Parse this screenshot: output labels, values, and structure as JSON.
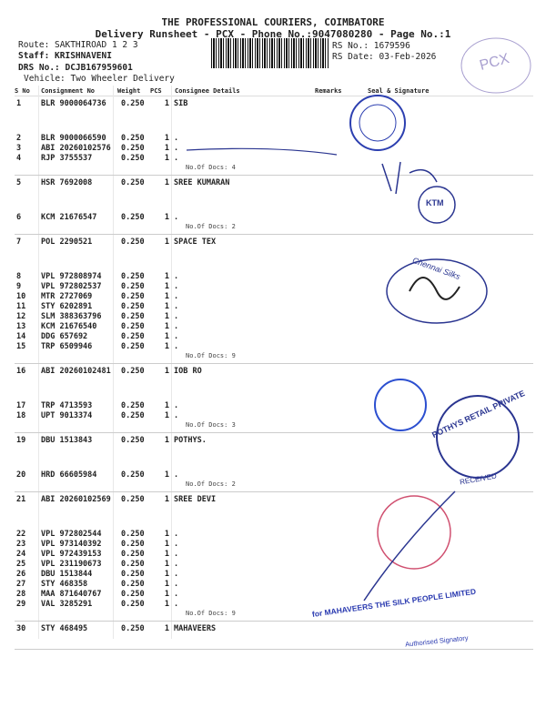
{
  "header": {
    "title": "THE PROFESSIONAL COURIERS, COIMBATORE",
    "subtitle": "Delivery Runsheet - PCX - Phone No.:9047080280 - Page No.:1",
    "route": "Route: SAKTHIROAD 1 2 3",
    "staff": "Staff: KRISHNAVENI",
    "drs_no": "DRS No.: DCJB167959601",
    "vehicle": "Vehicle: Two Wheeler Delivery",
    "rs_no": "RS No.: 1679596",
    "rs_date": "RS Date: 03-Feb-2026"
  },
  "columns": {
    "sno": "S No",
    "consignment": "Consignment No",
    "weight": "Weight",
    "pcs": "PCS",
    "consignee": "Consignee Details",
    "remarks": "Remarks",
    "seal": "Seal & Signature"
  },
  "groups": [
    {
      "rows": [
        [
          "1",
          "BLR 9000064736",
          "0.250",
          "1",
          "SIB"
        ],
        [
          "2",
          "BLR 9000066590",
          "0.250",
          "1",
          "."
        ],
        [
          "3",
          "ABI 20260102576",
          "0.250",
          "1",
          "."
        ],
        [
          "4",
          "RJP 3755537",
          "0.250",
          "1",
          "."
        ]
      ],
      "docs": "No.Of Docs: 4"
    },
    {
      "rows": [
        [
          "5",
          "HSR 7692008",
          "0.250",
          "1",
          "SREE KUMARAN"
        ],
        [
          "6",
          "KCM 21676547",
          "0.250",
          "1",
          "."
        ]
      ],
      "docs": "No.Of Docs: 2"
    },
    {
      "rows": [
        [
          "7",
          "POL 2290521",
          "0.250",
          "1",
          "SPACE TEX"
        ],
        [
          "8",
          "VPL 972808974",
          "0.250",
          "1",
          "."
        ],
        [
          "9",
          "VPL 972802537",
          "0.250",
          "1",
          "."
        ],
        [
          "10",
          "MTR 2727069",
          "0.250",
          "1",
          "."
        ],
        [
          "11",
          "STY 6202891",
          "0.250",
          "1",
          "."
        ],
        [
          "12",
          "SLM 388363796",
          "0.250",
          "1",
          "."
        ],
        [
          "13",
          "KCM 21676540",
          "0.250",
          "1",
          "."
        ],
        [
          "14",
          "DDG 657692",
          "0.250",
          "1",
          "."
        ],
        [
          "15",
          "TRP 6509946",
          "0.250",
          "1",
          "."
        ]
      ],
      "docs": "No.Of Docs: 9"
    },
    {
      "rows": [
        [
          "16",
          "ABI 20260102481",
          "0.250",
          "1",
          "IOB RO"
        ],
        [
          "17",
          "TRP 4713593",
          "0.250",
          "1",
          "."
        ],
        [
          "18",
          "UPT 9013374",
          "0.250",
          "1",
          "."
        ]
      ],
      "docs": "No.Of Docs: 3"
    },
    {
      "rows": [
        [
          "19",
          "DBU 1513843",
          "0.250",
          "1",
          "POTHYS."
        ],
        [
          "20",
          "HRD 66605984",
          "0.250",
          "1",
          "."
        ]
      ],
      "docs": "No.Of Docs: 2"
    },
    {
      "rows": [
        [
          "21",
          "ABI 20260102569",
          "0.250",
          "1",
          "SREE DEVI"
        ],
        [
          "22",
          "VPL 972802544",
          "0.250",
          "1",
          "."
        ],
        [
          "23",
          "VPL 973140392",
          "0.250",
          "1",
          "."
        ],
        [
          "24",
          "VPL 972439153",
          "0.250",
          "1",
          "."
        ],
        [
          "25",
          "VPL 231190673",
          "0.250",
          "1",
          "."
        ],
        [
          "26",
          "DBU 1513844",
          "0.250",
          "1",
          "."
        ],
        [
          "27",
          "STY 468358",
          "0.250",
          "1",
          "."
        ],
        [
          "28",
          "MAA 871640767",
          "0.250",
          "1",
          "."
        ],
        [
          "29",
          "VAL 3285291",
          "0.250",
          "1",
          "."
        ]
      ],
      "docs": "No.Of Docs: 9"
    },
    {
      "rows": [
        [
          "30",
          "STY 468495",
          "0.250",
          "1",
          "MAHAVEERS"
        ]
      ],
      "docs": ""
    }
  ],
  "stamps": {
    "pcx": "PCX",
    "ktm": "KTM",
    "chennai_silks": "Chennai Silks",
    "pothys": "POTHYS RETAIL PRIVATE",
    "received": "RECEIVED",
    "mahaveers": "for MAHAVEERS THE SILK PEOPLE LIMITED",
    "authorised": "Authorised Signatory"
  }
}
